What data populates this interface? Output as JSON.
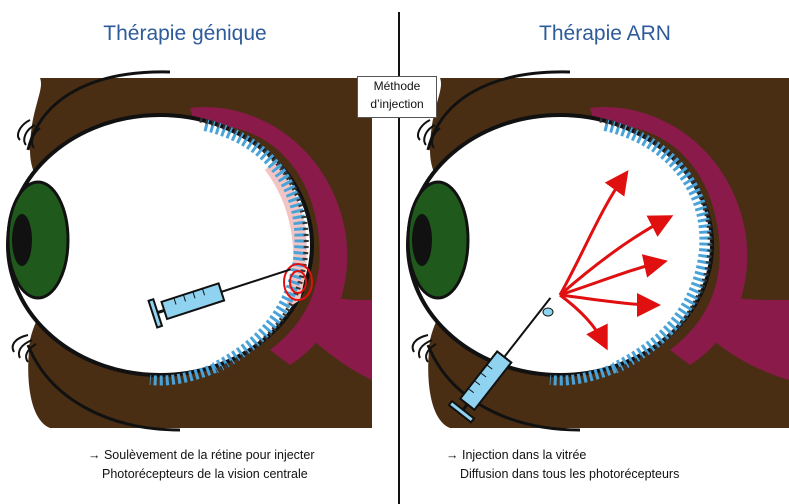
{
  "titles": {
    "left": "Thérapie génique",
    "right": "Thérapie ARN"
  },
  "method_box": {
    "line1": "Méthode",
    "line2": "d’injection"
  },
  "captions": {
    "left": {
      "line1": "→ Soulèvement de la rétine pour injecter",
      "line2": "Photorécepteurs de la vision centrale"
    },
    "right": {
      "line1": "→ Injection dans la vitrée",
      "line2": "Diffusion dans tous les photorécepteurs"
    }
  },
  "colors": {
    "title": "#2e5b9a",
    "skin": "#4a2e14",
    "iris": "#1f5a1c",
    "choroid": "#8a1a4a",
    "photoreceptor": "#4aa3d8",
    "arrows": "#e01010",
    "syringe": "#8fd3f0"
  }
}
